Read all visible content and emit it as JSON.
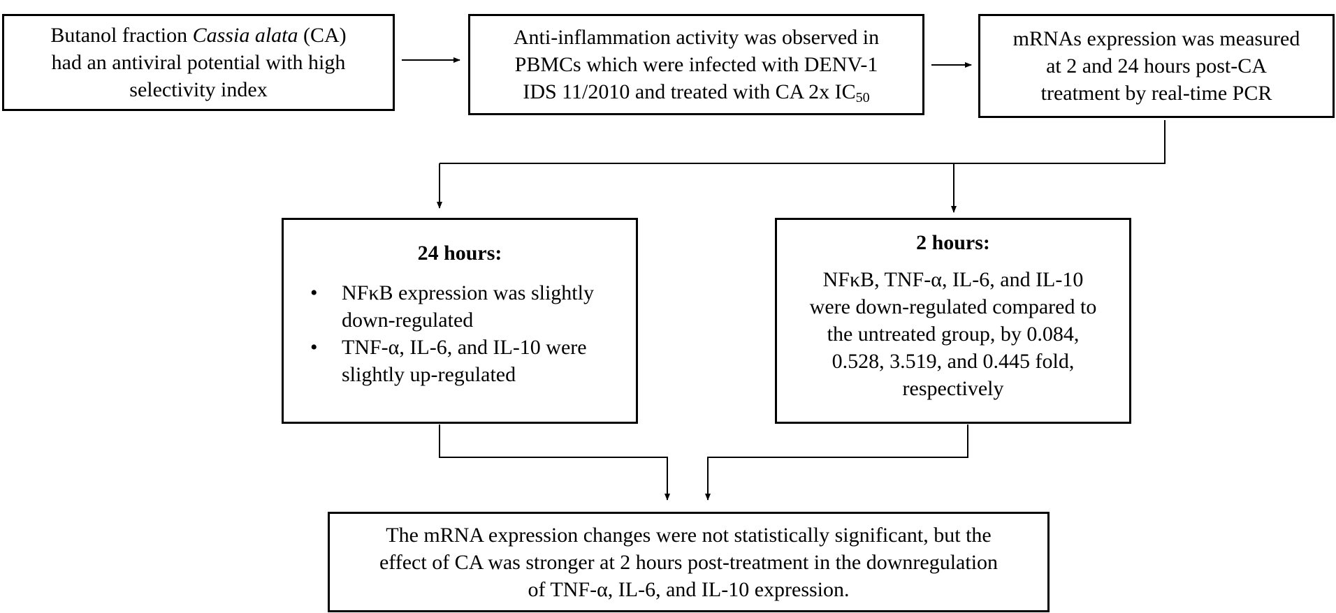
{
  "box1": {
    "line1_pre": "Butanol fraction ",
    "line1_italic": "Cassia alata",
    "line1_post": " (CA)",
    "line2": "had an antiviral potential with high",
    "line3": "selectivity index"
  },
  "box2": {
    "line1": "Anti-inflammation activity was observed in",
    "line2": "PBMCs which were infected with DENV-1",
    "line3_pre": "IDS 11/2010 and treated with CA 2x IC",
    "line3_sub": "50"
  },
  "box3": {
    "line1": "mRNAs expression was measured",
    "line2": "at 2 and 24 hours post-CA",
    "line3": "treatment by real-time PCR"
  },
  "box24": {
    "heading": "24 hours:",
    "bullet1_line1": "NFκB expression was slightly",
    "bullet1_line2": "down-regulated",
    "bullet2_line1": "TNF-α, IL-6, and IL-10 were",
    "bullet2_line2": "slightly up-regulated"
  },
  "box2h": {
    "heading": "2 hours:",
    "lines": [
      "NFκB, TNF-α, IL-6, and IL-10",
      "were down-regulated compared to",
      "the untreated group, by 0.084,",
      "0.528, 3.519, and 0.445 fold,",
      "respectively"
    ]
  },
  "conclusion": {
    "line1": "The mRNA expression changes were not statistically significant, but the",
    "line2": "effect of CA was stronger at 2 hours post-treatment in the downregulation",
    "line3": "of TNF-α, IL-6, and IL-10 expression."
  }
}
